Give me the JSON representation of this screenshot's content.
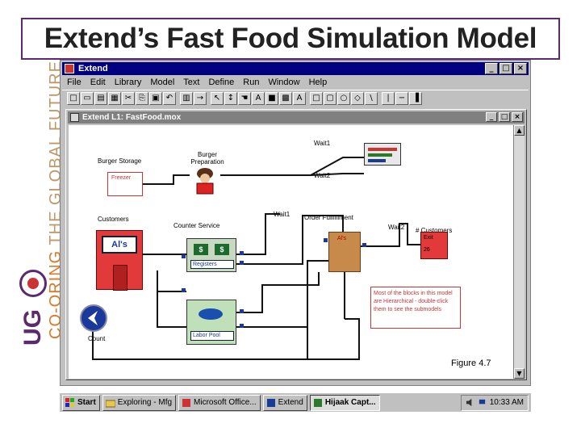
{
  "slide": {
    "title": "Extend’s Fast Food Simulation Model",
    "vertical_text_prefix": "THE GLOBAL FUTURE",
    "vertical_text_accent": "CO-ORING",
    "logo_text": "UG"
  },
  "app": {
    "title": "Extend",
    "menu": [
      "File",
      "Edit",
      "Library",
      "Model",
      "Text",
      "Define",
      "Run",
      "Window",
      "Help"
    ],
    "toolbar_icons": [
      "new-icon",
      "open-icon",
      "save-icon",
      "print-icon",
      "cut-icon",
      "copy-icon",
      "paste-icon",
      "undo-icon",
      "block-icon",
      "run-icon",
      "pointer-icon",
      "connector-icon",
      "hand-icon",
      "text-icon",
      "rectangle-icon",
      "fill-icon",
      "text-tool-icon",
      "square-icon",
      "rounded-rect-icon",
      "oval-icon",
      "polygon-icon",
      "line-icon",
      "stop-icon",
      "minus-icon",
      "color-icon"
    ],
    "toolbar_glyphs": [
      "□",
      "▭",
      "▤",
      "▦",
      "✂",
      "⎘",
      "▣",
      "↶",
      "▥",
      "→",
      "↖",
      "↕",
      "☚",
      "A",
      "■",
      "▩",
      "A",
      "□",
      "▢",
      "○",
      "◇",
      "\\",
      "|",
      "−",
      "▐"
    ],
    "window_buttons": [
      "_",
      "□",
      "×"
    ]
  },
  "document": {
    "title": "Extend L1: FastFood.mox",
    "window_buttons": [
      "_",
      "□",
      "×"
    ]
  },
  "model": {
    "labels": {
      "burger_storage": "Burger Storage",
      "burger_preparation": "Burger Preparation",
      "freezer": "Freezer",
      "customers": "Customers",
      "counter_service": "Counter Service",
      "store_sign": "Al's",
      "key1": "$",
      "key2": "$",
      "registers": "Registers",
      "order_fulfillment": "Order Fullfillment",
      "bag_label": "Al's",
      "wait1_top": "Wait1",
      "wait2_top": "Wait2",
      "wait1_mid": "Wait1",
      "wait2_mid": "Wait2",
      "customers_count": "# Customers",
      "exit": "Exit",
      "exit_count": "26",
      "labor_pool": "Labor Pool",
      "count": "Count",
      "note": "Most of the blocks in this model are Hierarchical - double-click them to see the submodels",
      "figure": "Figure 4.7"
    }
  },
  "taskbar": {
    "start": "Start",
    "tasks": [
      "Exploring - Mfg",
      "Microsoft Office...",
      "Extend",
      "Hijaak Capt..."
    ],
    "clock": "10:33 AM"
  },
  "colors": {
    "title_bar": "#000080",
    "block_red": "#e23a3a",
    "labor_green": "#bfe0b8",
    "connector": "#111111"
  }
}
